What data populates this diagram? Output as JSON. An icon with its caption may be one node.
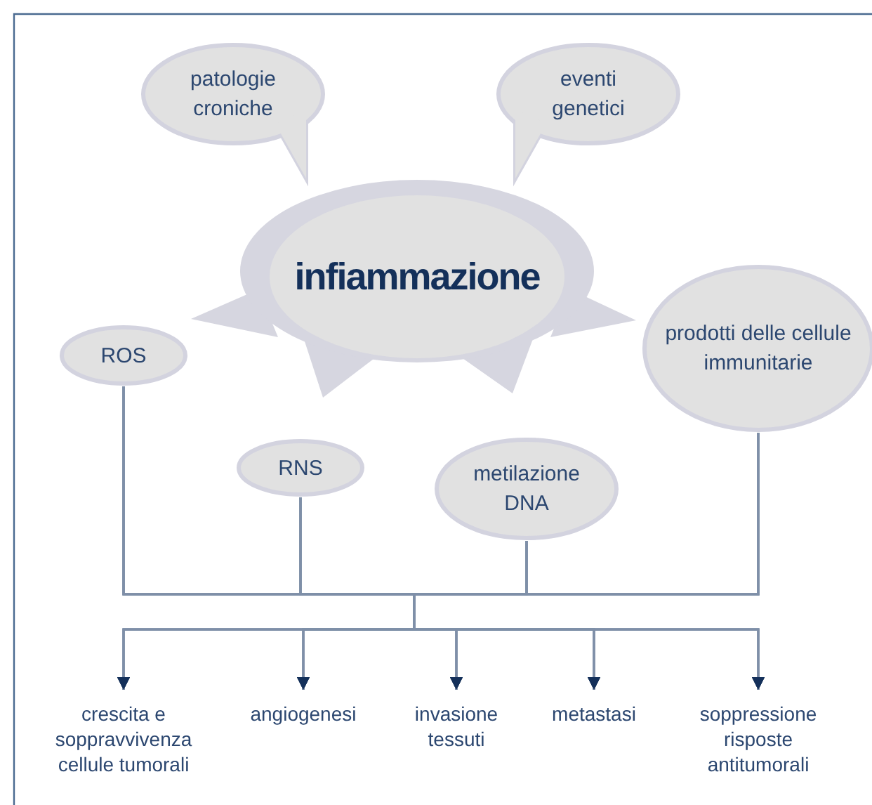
{
  "diagram": {
    "nodes": [
      {
        "text": [
          "patologie croniche"
        ]
      },
      {
        "text": [
          "eventi genetici"
        ]
      },
      {
        "text": [
          "infiammazione"
        ]
      },
      {
        "text": [
          "ROS"
        ]
      },
      {
        "text": [
          "prodotti delle cellule immunitarie"
        ]
      },
      {
        "text": [
          "RNS"
        ]
      },
      {
        "text": [
          "metilazione DNA"
        ]
      },
      {
        "text": [
          "crescita e soppravvivenza cellule tumorali"
        ]
      },
      {
        "text": [
          "angiogenesi"
        ]
      },
      {
        "text": [
          "invasione tessuti"
        ]
      },
      {
        "text": [
          "metastasi"
        ]
      },
      {
        "text": [
          "soppressione risposte antitumorali"
        ]
      }
    ],
    "edges": [
      {
        "from": 3,
        "to": 7,
        "arrow": "to"
      },
      {
        "from": 3,
        "to": 8,
        "arrow": "to"
      },
      {
        "from": 3,
        "to": 9,
        "arrow": "to"
      },
      {
        "from": 3,
        "to": 10,
        "arrow": "to"
      },
      {
        "from": 3,
        "to": 11,
        "arrow": "to"
      },
      {
        "from": 5,
        "to": 7,
        "arrow": "to"
      },
      {
        "from": 5,
        "to": 8,
        "arrow": "to"
      },
      {
        "from": 5,
        "to": 9,
        "arrow": "to"
      },
      {
        "from": 5,
        "to": 10,
        "arrow": "to"
      },
      {
        "from": 5,
        "to": 11,
        "arrow": "to"
      },
      {
        "from": 6,
        "to": 7,
        "arrow": "to"
      },
      {
        "from": 6,
        "to": 8,
        "arrow": "to"
      },
      {
        "from": 6,
        "to": 9,
        "arrow": "to"
      },
      {
        "from": 6,
        "to": 10,
        "arrow": "to"
      },
      {
        "from": 6,
        "to": 11,
        "arrow": "to"
      },
      {
        "from": 4,
        "to": 7,
        "arrow": "to"
      },
      {
        "from": 4,
        "to": 8,
        "arrow": "to"
      },
      {
        "from": 4,
        "to": 9,
        "arrow": "to"
      },
      {
        "from": 4,
        "to": 10,
        "arrow": "to"
      },
      {
        "from": 4,
        "to": 11,
        "arrow": "to"
      }
    ]
  }
}
